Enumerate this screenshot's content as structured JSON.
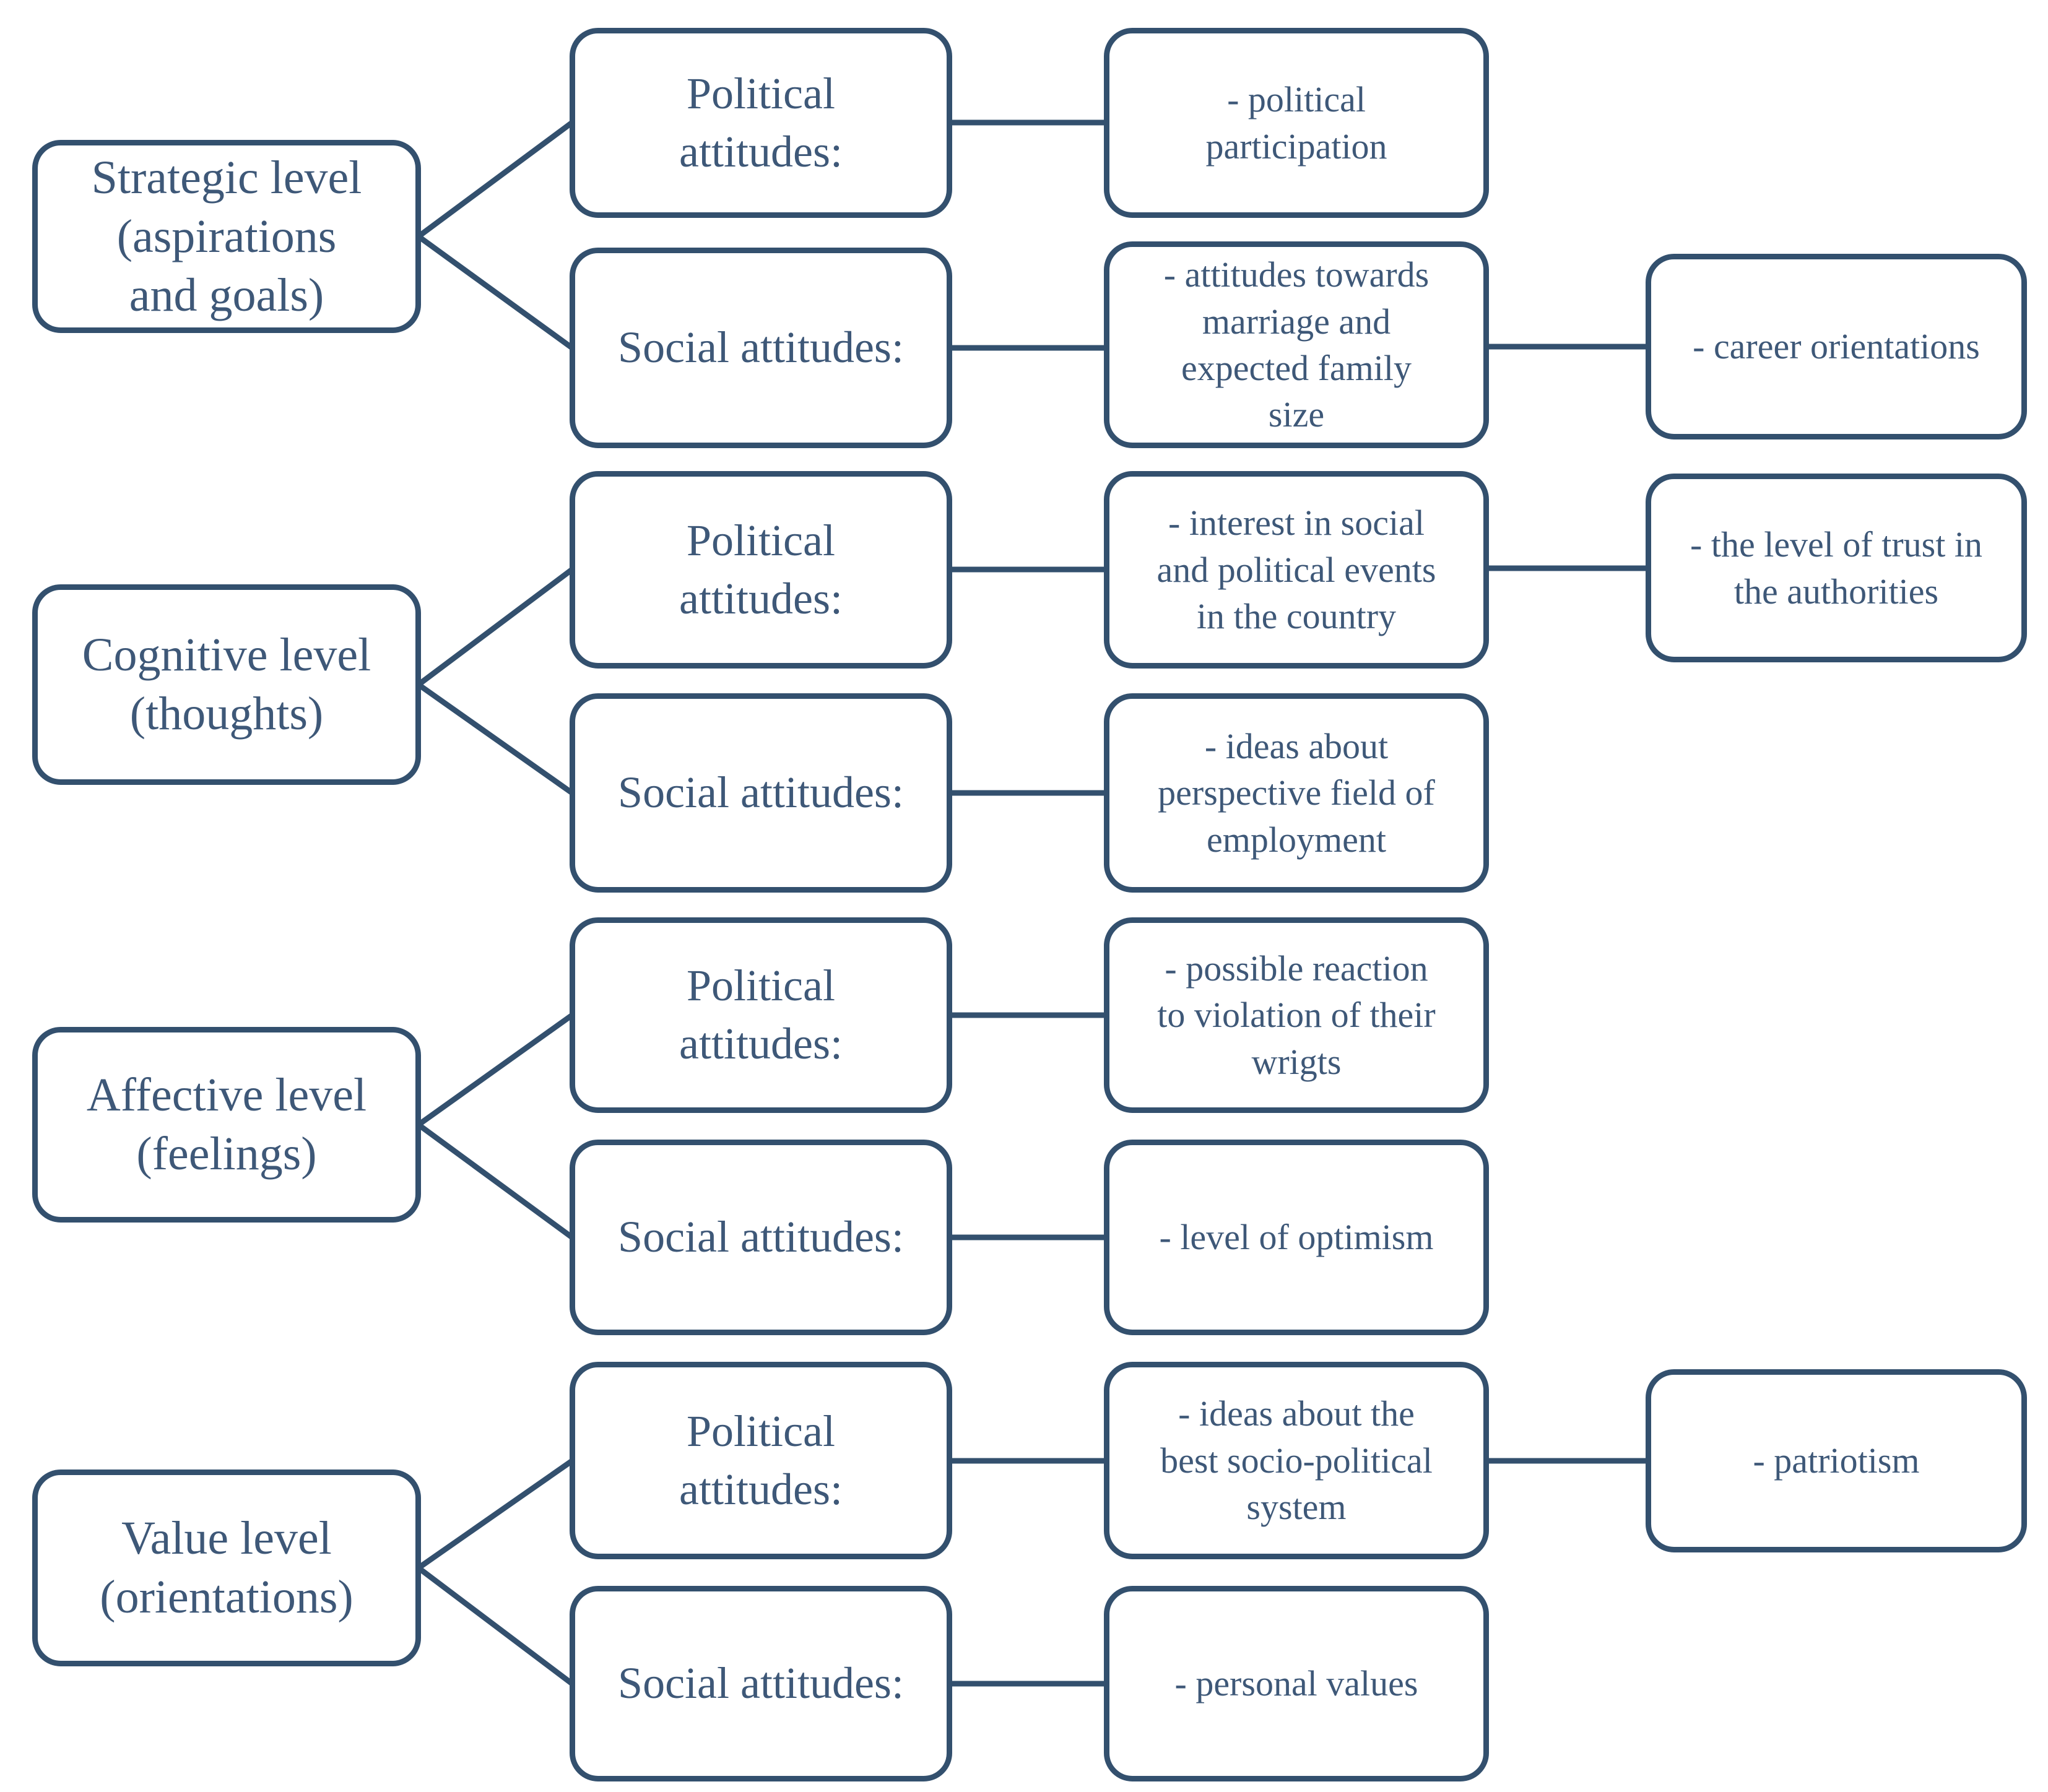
{
  "colors": {
    "stroke": "#33506e",
    "text": "#3e5878",
    "background": "#ffffff"
  },
  "levels": [
    {
      "label": "Strategic level\n(aspirations\nand goals)",
      "branches": [
        {
          "label": "Political\nattitudes:",
          "detail": "- political\nparticipation"
        },
        {
          "label": "Social attitudes:",
          "detail": "- attitudes towards\nmarriage and\nexpected family\nsize",
          "extra": "- career orientations"
        }
      ]
    },
    {
      "label": "Cognitive level\n(thoughts)",
      "branches": [
        {
          "label": "Political\nattitudes:",
          "detail": "- interest in social\nand political events\nin the country",
          "extra": "- the level of trust in\nthe authorities"
        },
        {
          "label": "Social attitudes:",
          "detail": "- ideas about\nperspective field of\nemployment"
        }
      ]
    },
    {
      "label": "Affective level\n(feelings)",
      "branches": [
        {
          "label": "Political\nattitudes:",
          "detail": "- possible reaction\nto violation of their\nwrigts"
        },
        {
          "label": "Social attitudes:",
          "detail": "- level of optimism"
        }
      ]
    },
    {
      "label": "Value level\n(orientations)",
      "branches": [
        {
          "label": "Political\nattitudes:",
          "detail": "- ideas about the\nbest socio-political\nsystem",
          "extra": "- patriotism"
        },
        {
          "label": "Social attitudes:",
          "detail": "- personal values"
        }
      ]
    }
  ]
}
